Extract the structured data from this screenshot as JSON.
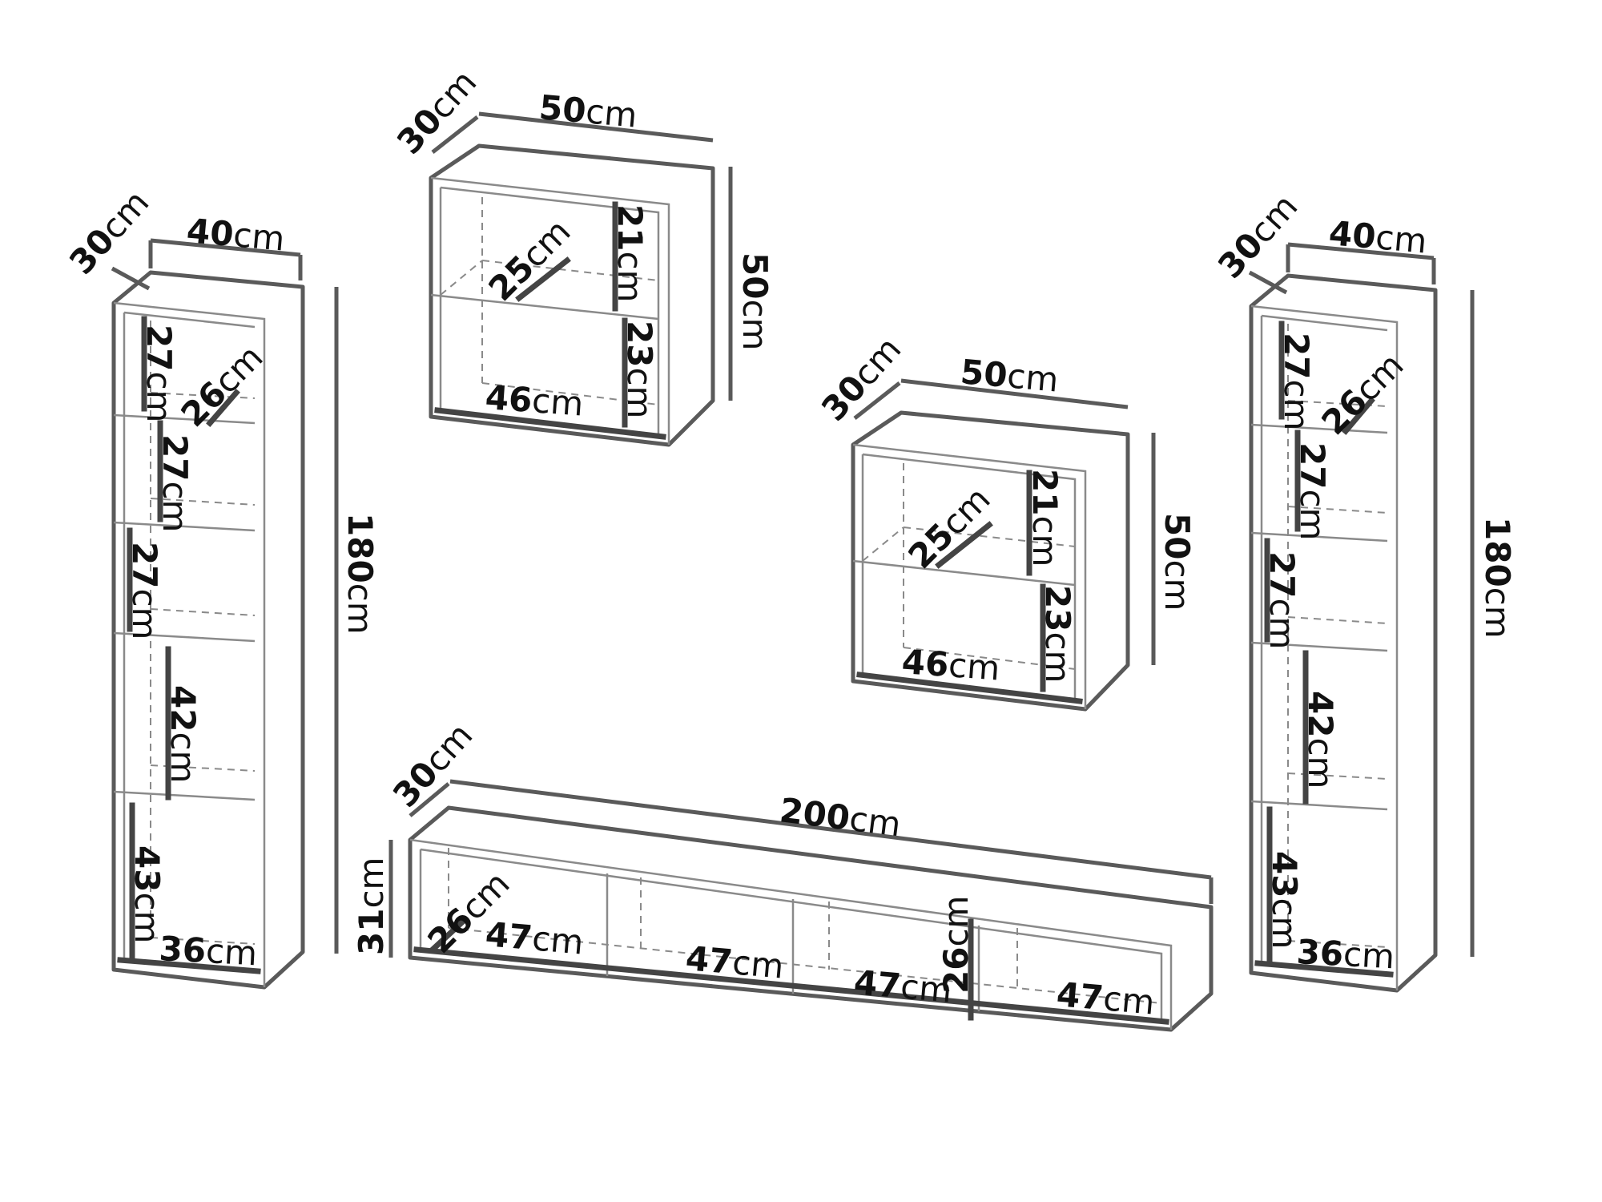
{
  "labels": {
    "tall_left": {
      "depth": [
        "30",
        "cm"
      ],
      "width": [
        "40",
        "cm"
      ],
      "height": [
        "180",
        "cm"
      ],
      "shelf_depth": [
        "26",
        "cm"
      ],
      "shelf1": [
        "27",
        "cm"
      ],
      "shelf2": [
        "27",
        "cm"
      ],
      "shelf3": [
        "27",
        "cm"
      ],
      "shelf4": [
        "42",
        "cm"
      ],
      "shelf5": [
        "43",
        "cm"
      ],
      "inner_width": [
        "36",
        "cm"
      ]
    },
    "tall_right": {
      "depth": [
        "30",
        "cm"
      ],
      "width": [
        "40",
        "cm"
      ],
      "height": [
        "180",
        "cm"
      ],
      "shelf_depth": [
        "26",
        "cm"
      ],
      "shelf1": [
        "27",
        "cm"
      ],
      "shelf2": [
        "27",
        "cm"
      ],
      "shelf3": [
        "27",
        "cm"
      ],
      "shelf4": [
        "42",
        "cm"
      ],
      "shelf5": [
        "43",
        "cm"
      ],
      "inner_width": [
        "36",
        "cm"
      ]
    },
    "cube_top": {
      "depth": [
        "30",
        "cm"
      ],
      "width": [
        "50",
        "cm"
      ],
      "height": [
        "50",
        "cm"
      ],
      "shelf_depth": [
        "25",
        "cm"
      ],
      "upper": [
        "21",
        "cm"
      ],
      "lower": [
        "23",
        "cm"
      ],
      "inner_width": [
        "46",
        "cm"
      ]
    },
    "cube_mid": {
      "depth": [
        "30",
        "cm"
      ],
      "width": [
        "50",
        "cm"
      ],
      "height": [
        "50",
        "cm"
      ],
      "shelf_depth": [
        "25",
        "cm"
      ],
      "upper": [
        "21",
        "cm"
      ],
      "lower": [
        "23",
        "cm"
      ],
      "inner_width": [
        "46",
        "cm"
      ]
    },
    "tv_unit": {
      "depth": [
        "30",
        "cm"
      ],
      "width": [
        "200",
        "cm"
      ],
      "height": [
        "31",
        "cm"
      ],
      "shelf_depth": [
        "26",
        "cm"
      ],
      "inner_height": [
        "26",
        "cm"
      ],
      "comp1": [
        "47",
        "cm"
      ],
      "comp2": [
        "47",
        "cm"
      ],
      "comp3": [
        "47",
        "cm"
      ],
      "comp4": [
        "47",
        "cm"
      ]
    }
  }
}
